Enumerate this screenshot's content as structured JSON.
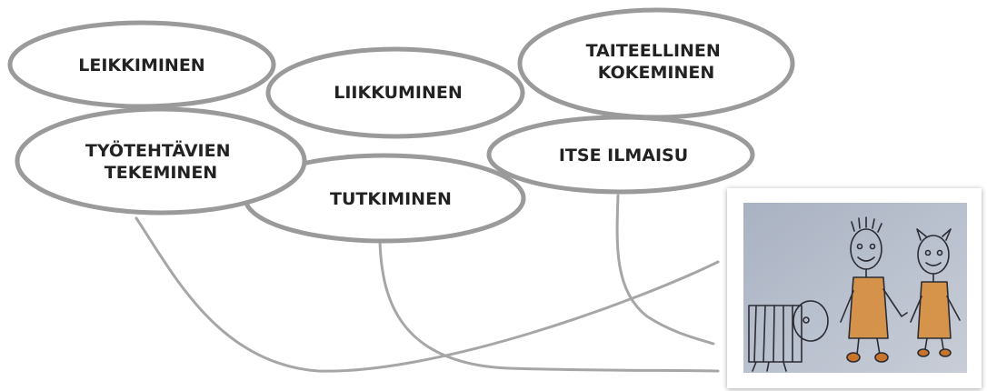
{
  "concepts": {
    "leikkiminen": "LEIKKIMINEN",
    "liikkuminen": "LIIKKUMINEN",
    "taiteellinen": [
      "TAITEELLINEN",
      "KOKEMINEN"
    ],
    "tyotehtavien": [
      "TYÖTEHTÄVIEN",
      "TEKEMINEN"
    ],
    "tutkiminen": "TUTKIMINEN",
    "itse_ilmaisu": "ITSE ILMAISU"
  },
  "colors": {
    "outline": "#9a9a9a",
    "connector": "#a6a6a6",
    "text": "#222222"
  }
}
